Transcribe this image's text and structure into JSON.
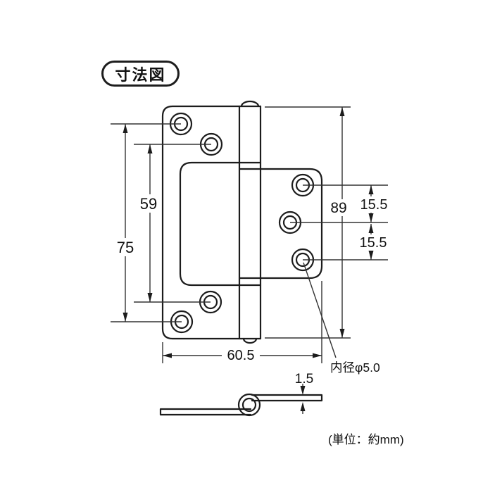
{
  "badge": {
    "label": "寸法図"
  },
  "diagram": {
    "dim_left_outer": "75",
    "dim_left_inner": "59",
    "dim_right_height": "89",
    "dim_pitch_top": "15.5",
    "dim_pitch_bottom": "15.5",
    "dim_width": "60.5",
    "dim_thickness": "1.5",
    "label_inner_diameter": "内径φ5.0",
    "unit_note": "(単位：約mm)",
    "line_color": "#1c1c1c"
  }
}
